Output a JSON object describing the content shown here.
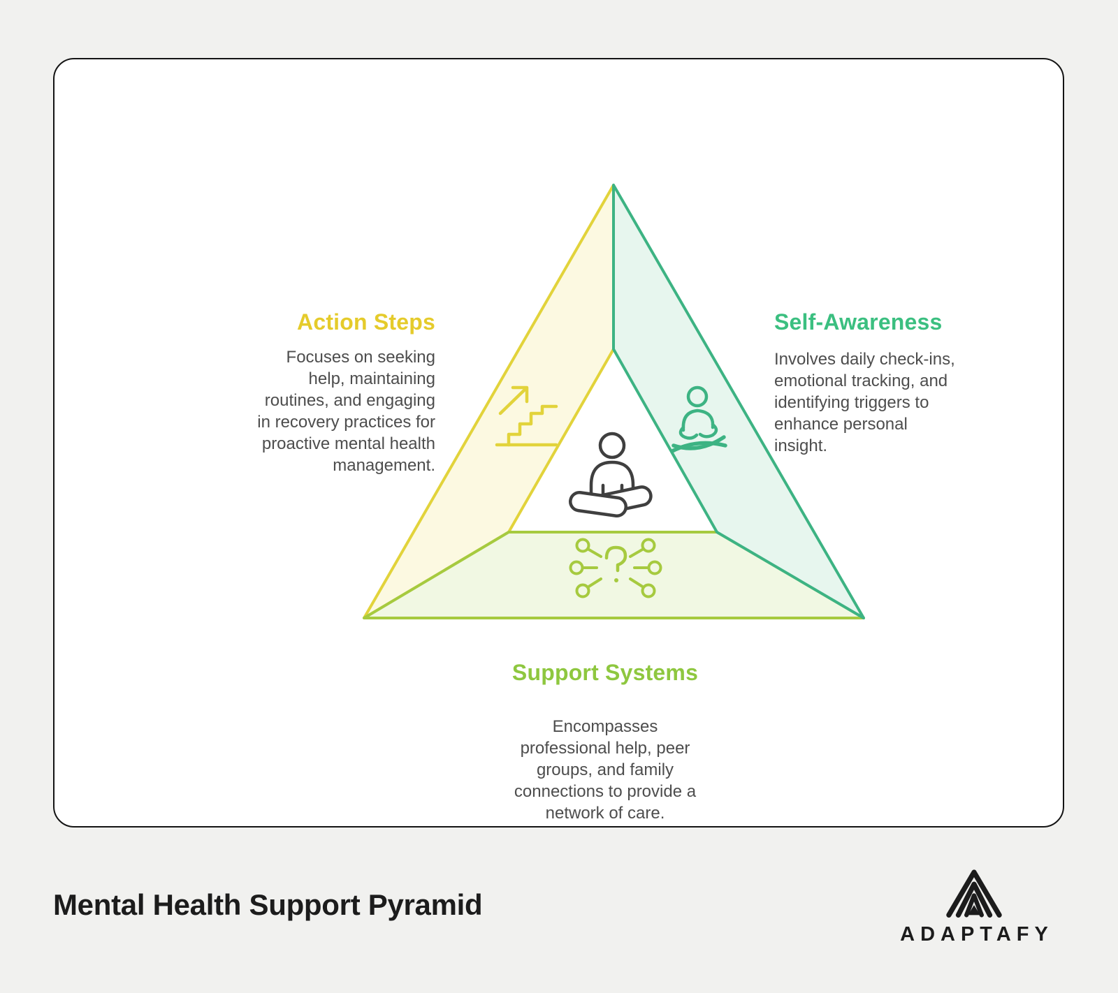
{
  "page": {
    "background_color": "#f1f1ef",
    "card_border_color": "#141414",
    "body_text_color": "#4d4d4d"
  },
  "pyramid": {
    "action_steps": {
      "title": "Action Steps",
      "description": "Focuses on seeking\nhelp, maintaining\nroutines, and engaging\nin recovery practices for\nproactive mental health\nmanagement.",
      "title_color": "#e5cb2b",
      "fill_color": "#fcf9e1",
      "stroke_color": "#e2d33b",
      "icon": "stairs-growth-icon"
    },
    "self_awareness": {
      "title": "Self-Awareness",
      "description": "Involves daily check-ins,\nemotional tracking, and\nidentifying triggers to\nenhance personal\ninsight.",
      "title_color": "#3bbf80",
      "fill_color": "#e7f6ee",
      "stroke_color": "#3db383",
      "icon": "meditation-icon"
    },
    "support_systems": {
      "title": "Support Systems",
      "description": "Encompasses\nprofessional help, peer\ngroups, and family\nconnections to provide a\nnetwork of care.",
      "title_color": "#8ec73f",
      "fill_color": "#f1f8e3",
      "stroke_color": "#a6ca3f",
      "icon": "network-question-icon"
    },
    "center": {
      "icon": "seated-person-icon",
      "icon_color": "#3f3f3f"
    }
  },
  "footer": {
    "title": "Mental Health Support Pyramid",
    "brand": "ADAPTAFY",
    "logo_icon": "adaptafy-mountain-icon",
    "logo_color": "#1c1c1c"
  }
}
